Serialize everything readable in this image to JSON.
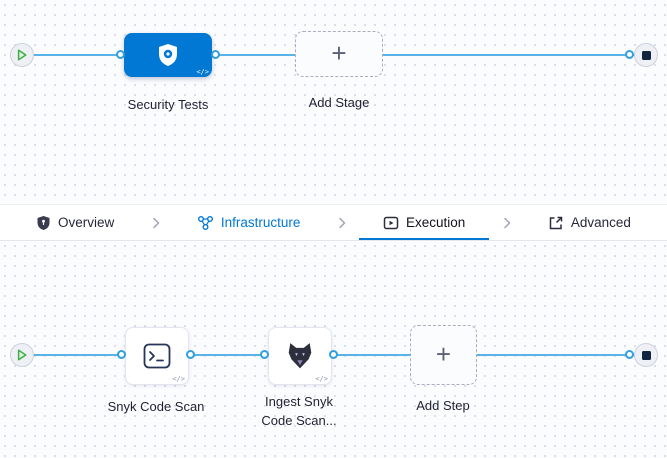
{
  "colors": {
    "accent_blue": "#0278d5",
    "connector_blue": "#5ab3e8",
    "play_green": "#3fae49",
    "stop_navy": "#10233f"
  },
  "stage_canvas": {
    "stage": {
      "label": "Security Tests",
      "icon": "shield-check-icon",
      "code_badge": "</>"
    },
    "add_stage": {
      "label": "Add Stage",
      "plus": "+"
    }
  },
  "tab_bar": {
    "tabs": [
      {
        "label": "Overview",
        "icon": "overview-shield-icon",
        "state": "default"
      },
      {
        "label": "Infrastructure",
        "icon": "infrastructure-nodes-icon",
        "state": "visited"
      },
      {
        "label": "Execution",
        "icon": "execution-play-icon",
        "state": "active"
      },
      {
        "label": "Advanced",
        "icon": "advanced-export-icon",
        "state": "default"
      }
    ]
  },
  "step_canvas": {
    "steps": [
      {
        "label": "Snyk Code Scan",
        "icon": "terminal-icon",
        "code_badge": "</>"
      },
      {
        "label": "Ingest Snyk Code Scan...",
        "icon": "snyk-dog-icon",
        "code_badge": "</>"
      }
    ],
    "add_step": {
      "label": "Add Step",
      "plus": "+"
    }
  }
}
